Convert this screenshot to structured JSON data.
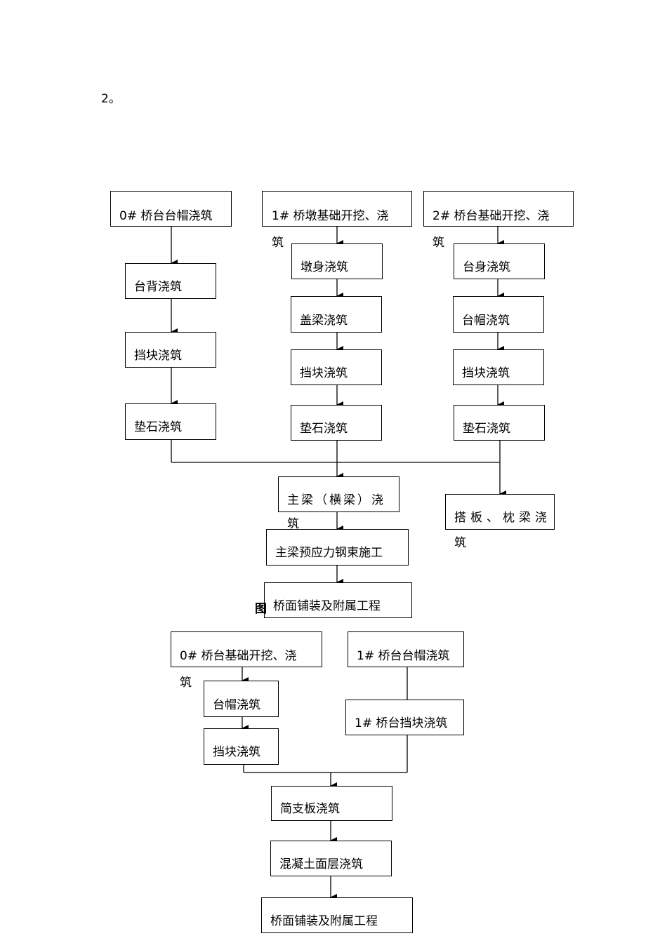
{
  "heading": "2。",
  "diagram1": {
    "col0": [
      "0# 桥台台帽浇筑",
      "台背浇筑",
      "挡块浇筑",
      "垫石浇筑"
    ],
    "col1": [
      "1# 桥墩基础开挖、浇",
      "筑",
      "墩身浇筑",
      "盖梁浇筑",
      "挡块浇筑",
      "垫石浇筑"
    ],
    "col2": [
      "2# 桥台基础开挖、浇",
      "筑",
      "台身浇筑",
      "台帽浇筑",
      "挡块浇筑",
      "垫石浇筑"
    ],
    "main_beam": [
      "主梁（横梁）浇",
      "筑"
    ],
    "approach_slab": [
      "搭板、枕梁浇",
      "筑"
    ],
    "prestress": "主梁预应力钢束施工",
    "fig_mark": "图",
    "deck": "桥面铺装及附属工程"
  },
  "diagram2": {
    "left": [
      "0# 桥台基础开挖、浇",
      "筑",
      "台帽浇筑",
      "挡块浇筑"
    ],
    "right": [
      "1# 桥台台帽浇筑",
      "1# 桥台挡块浇筑"
    ],
    "slab": "简支板浇筑",
    "concrete": "混凝土面层浇筑",
    "deck": "桥面铺装及附属工程"
  }
}
